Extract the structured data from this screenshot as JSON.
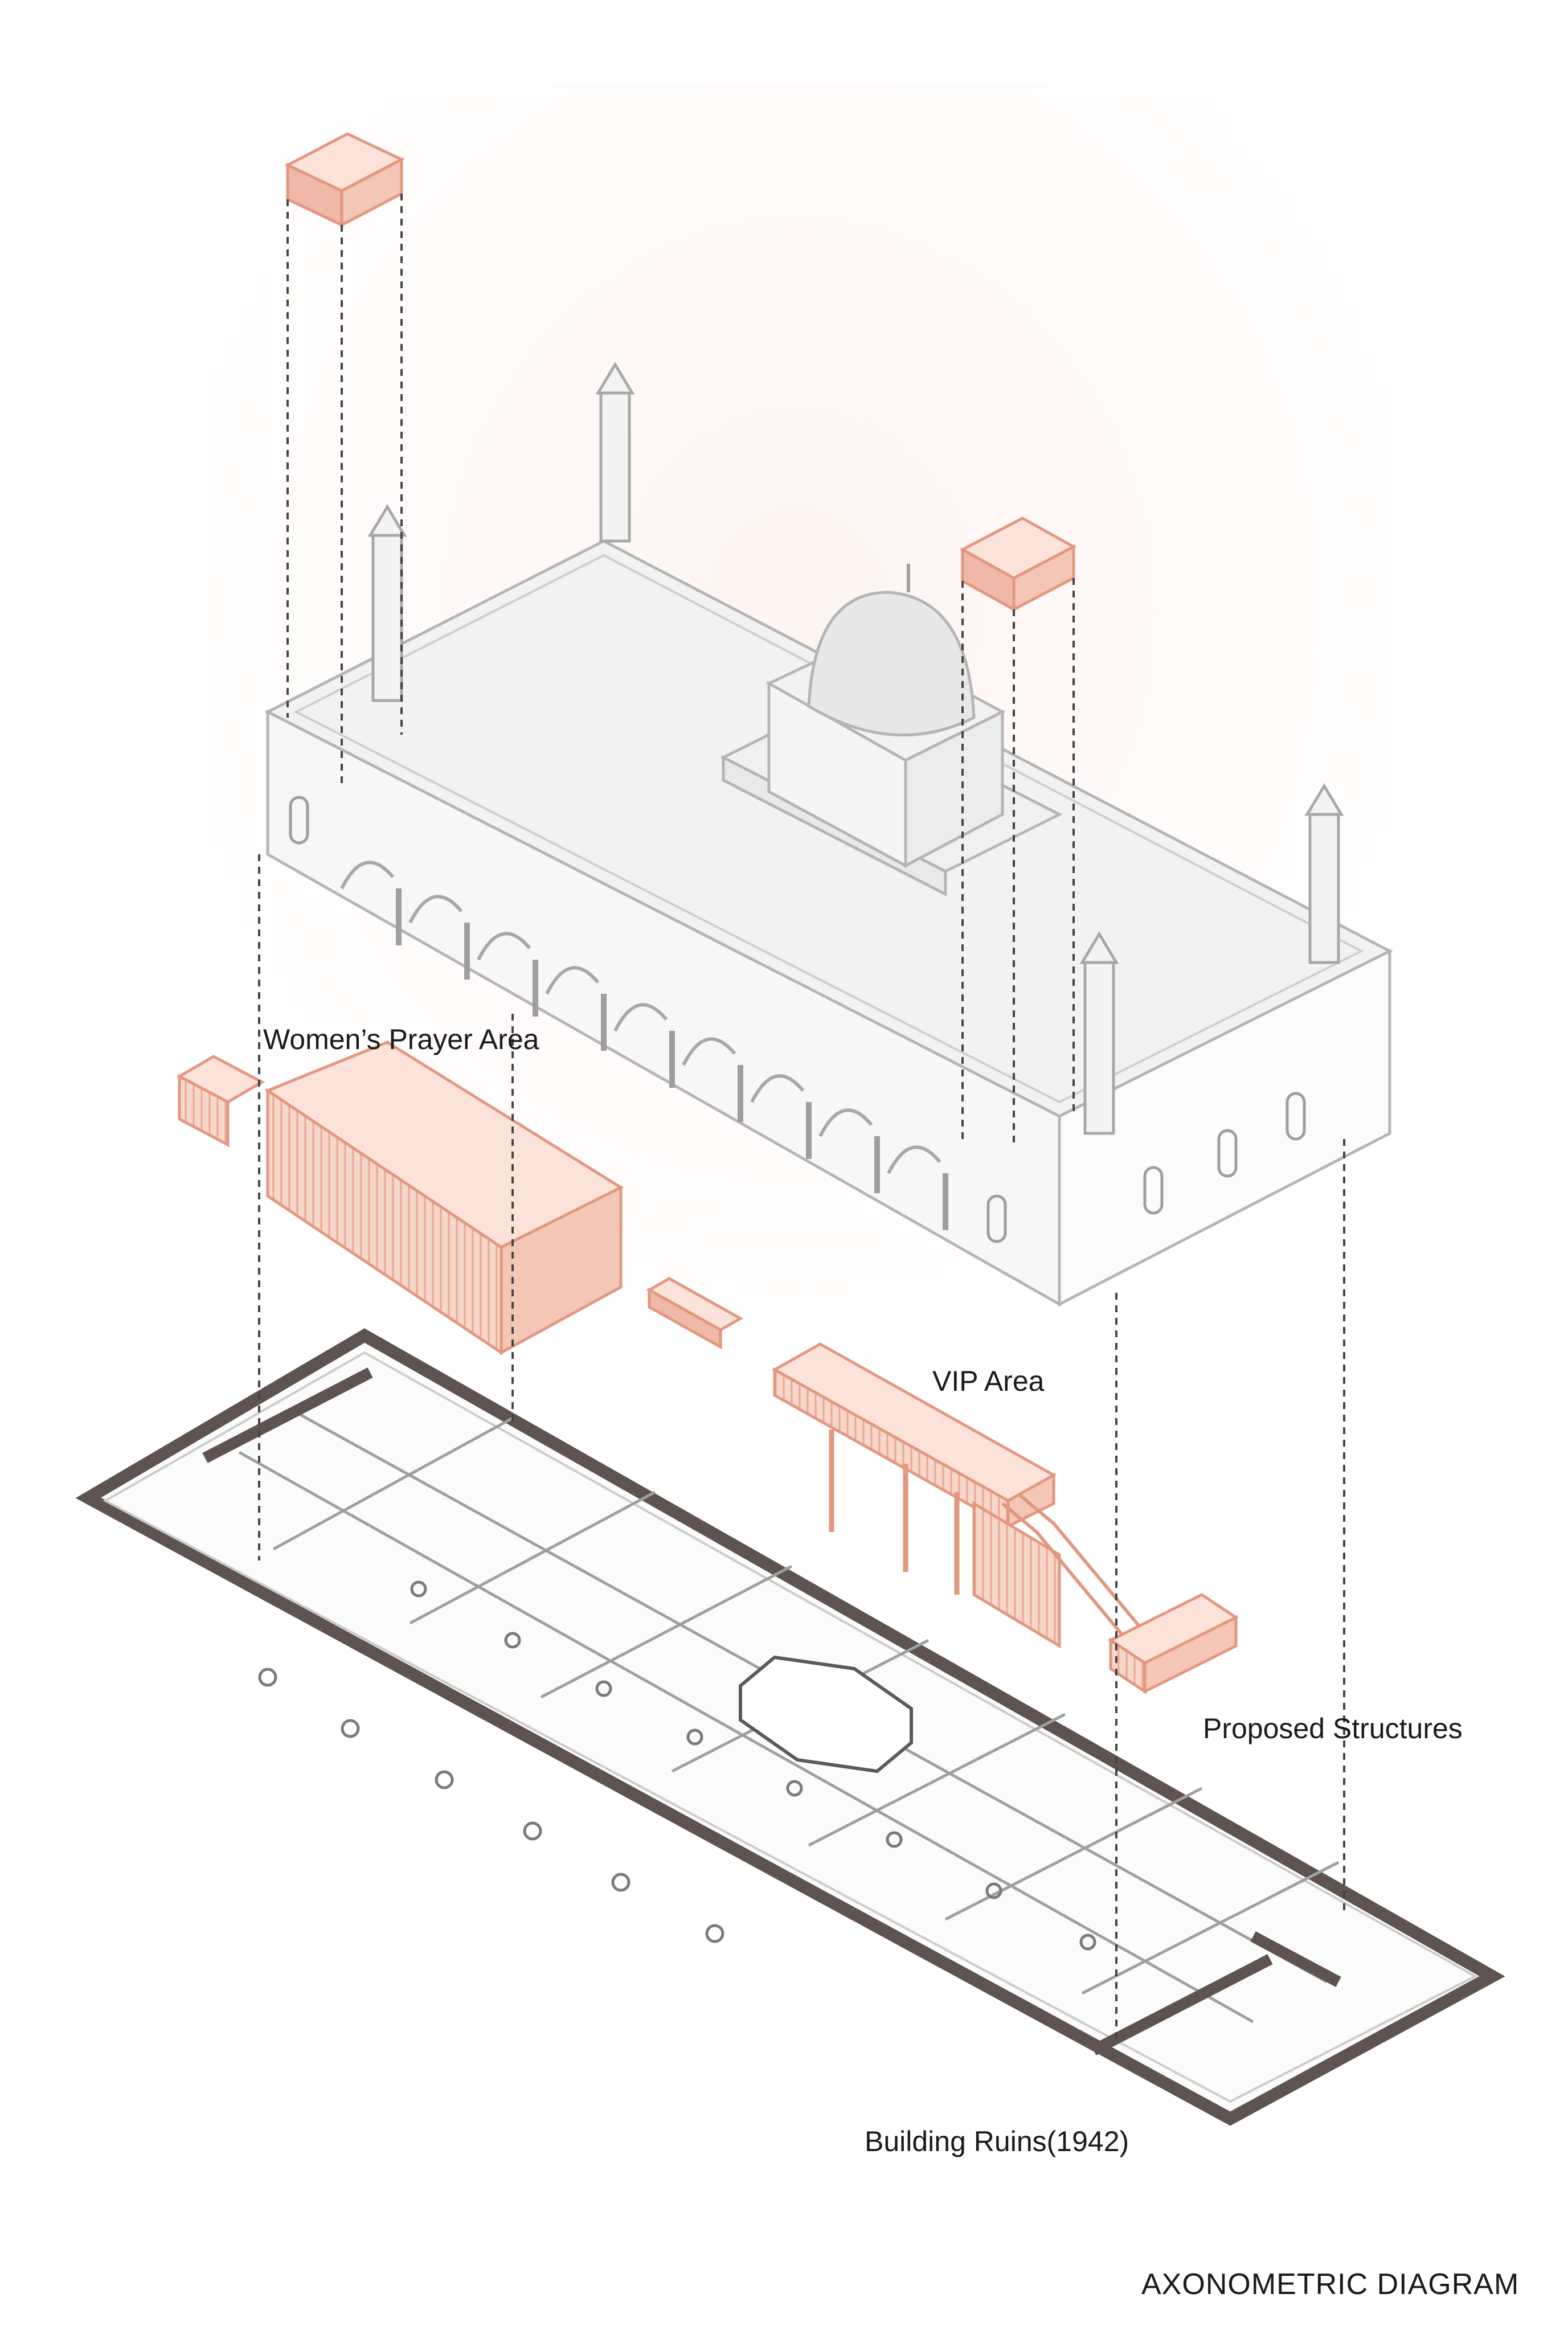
{
  "labels": {
    "womens_prayer_area": "Women’s Prayer Area",
    "vip_area": "VIP Area",
    "proposed_structures": "Proposed Structures",
    "building_ruins": "Building Ruins(1942)",
    "title": "AXONOMETRIC DIAGRAM"
  },
  "colors": {
    "proposed": "#f0b8a6",
    "proposed_stroke": "#e3977f",
    "existing_stroke": "#b9b9b9",
    "existing_fill": "#f4f4f4",
    "ruins_wall": "#5e5350",
    "dashed_line": "#444444",
    "label_text": "#1a1a1a"
  }
}
